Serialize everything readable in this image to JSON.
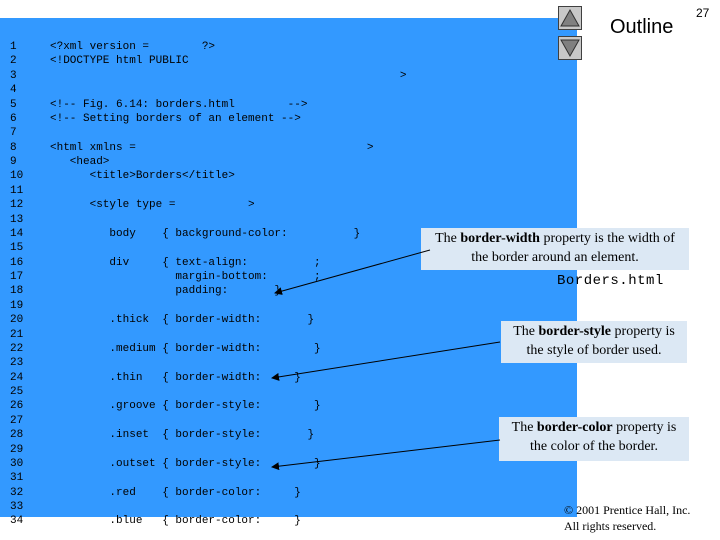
{
  "header": {
    "outline_title": "Outline",
    "page_number": "27",
    "file_name": "Borders.html"
  },
  "nav": {
    "up_icon": "triangle-up-icon",
    "down_icon": "triangle-down-icon"
  },
  "code": {
    "line_numbers": [
      "1",
      "2",
      "3",
      "4",
      "5",
      "6",
      "7",
      "8",
      "9",
      "10",
      "11",
      "12",
      "13",
      "14",
      "15",
      "16",
      "17",
      "18",
      "19",
      "20",
      "21",
      "22",
      "23",
      "24",
      "25",
      "26",
      "27",
      "28",
      "29",
      "30",
      "31",
      "32",
      "33",
      "34"
    ],
    "lines": [
      "<?xml version =        ?>",
      "<!DOCTYPE html PUBLIC",
      "                                                     >",
      "",
      "<!-- Fig. 6.14: borders.html        -->",
      "<!-- Setting borders of an element -->",
      "",
      "<html xmlns =                                   >",
      "   <head>",
      "      <title>Borders</title>",
      "",
      "      <style type =           >",
      "",
      "         body    { background-color:          }",
      "",
      "         div     { text-align:          ;",
      "                   margin-bottom:       ;",
      "                   padding:       }",
      "",
      "         .thick  { border-width:       }",
      "",
      "         .medium { border-width:        }",
      "",
      "         .thin   { border-width:     }",
      "",
      "         .groove { border-style:        }",
      "",
      "         .inset  { border-style:       }",
      "",
      "         .outset { border-style:        }",
      "",
      "         .red    { border-color:     }",
      "",
      "         .blue   { border-color:     }"
    ]
  },
  "callouts": [
    {
      "prefix": "The ",
      "bold": "border-width",
      "suffix": " property is the width of the border around an element."
    },
    {
      "prefix": "The ",
      "bold": "border-style",
      "suffix": " property is the style of border used."
    },
    {
      "prefix": "The ",
      "bold": "border-color",
      "suffix": " property is the color of the border."
    }
  ],
  "footer": {
    "copyright_line1": "© 2001 Prentice Hall, Inc.",
    "copyright_line2": "All rights reserved."
  },
  "colors": {
    "code_background": "#3399ff",
    "callout_background": "#dce8f4",
    "nav_button": "#c8c8c8"
  }
}
